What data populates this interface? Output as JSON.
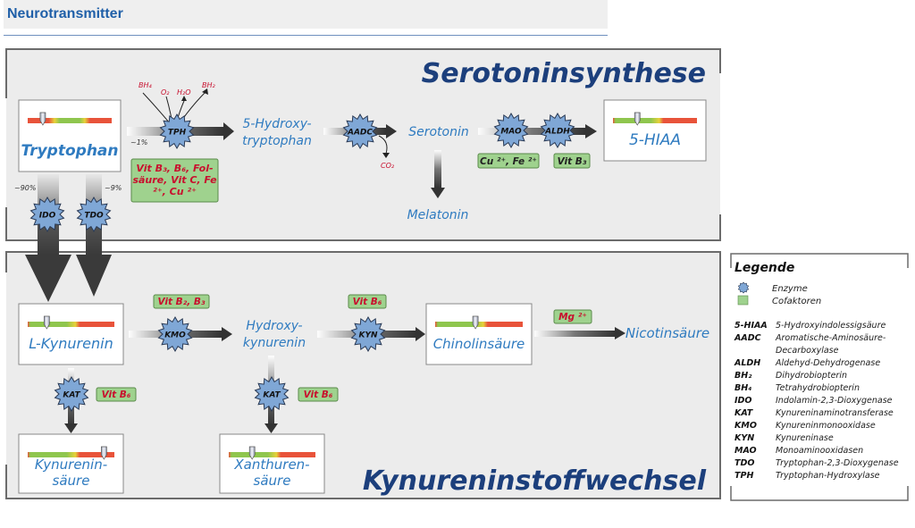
{
  "header": {
    "title": "Neurotransmitter"
  },
  "sections": {
    "serotonin": "Serotoninsynthese",
    "kynurenine": "Kynureninstoffwechsel"
  },
  "metabolites": {
    "tryptophan": {
      "label": "Tryptophan",
      "marker": 0.18
    },
    "hydroxytryptophan": {
      "line1": "5-Hydroxy-",
      "line2": "tryptophan"
    },
    "serotonin": {
      "label": "Serotonin"
    },
    "melatonin": {
      "label": "Melatonin"
    },
    "hiaa": {
      "label": "5-HIAA",
      "marker": 0.29
    },
    "lkynurenin": {
      "label": "L-Kynurenin",
      "marker": 0.22
    },
    "hydroxykynurenin": {
      "line1": "Hydroxy-",
      "line2": "kynurenin"
    },
    "chinolinsaeure": {
      "label": "Chinolinsäure",
      "marker": 0.46
    },
    "nicotinsaeure": {
      "label": "Nicotinsäure"
    },
    "kynureninsaeure": {
      "line1": "Kynurenin-",
      "line2": "säure",
      "marker": 0.88
    },
    "xanthurensaeure": {
      "line1": "Xanthuren-",
      "line2": "säure",
      "marker": 0.27
    }
  },
  "enzymes": {
    "tph": "TPH",
    "aadc": "AADC",
    "mao": "MAO",
    "aldh": "ALDH",
    "ido": "IDO",
    "tdo": "TDO",
    "kmo": "KMO",
    "kyn": "KYN",
    "kat1": "KAT",
    "kat2": "KAT"
  },
  "cofactors": {
    "tph": [
      "Vit B₃, B₆, Fol-",
      "säure, Vit C, Fe",
      "²⁺, Cu ²⁺"
    ],
    "mao": "Cu ²⁺, Fe ²⁺",
    "aldh": "Vit B₃",
    "kmo": "Vit B₂, B₃",
    "kyn": "Vit B₆",
    "nicotin": "Mg ²⁺",
    "kat1": "Vit B₆",
    "kat2": "Vit B₆"
  },
  "byproducts": {
    "bh4": "BH₄",
    "o2": "O₂",
    "h2o": "H₂O",
    "bh2": "BH₂",
    "co2": "CO₂"
  },
  "percentages": {
    "tph": "~1%",
    "ido": "~90%",
    "tdo": "~9%"
  },
  "legend": {
    "title": "Legende",
    "symbols": [
      {
        "icon": "enzyme-star-icon",
        "label": "Enzyme"
      },
      {
        "icon": "cofactor-square-icon",
        "label": "Cofaktoren"
      }
    ],
    "abbreviations": [
      {
        "abbr": "5-HIAA",
        "desc": "5-Hydroxyindolessigsäure"
      },
      {
        "abbr": "AADC",
        "desc": "Aromatische-Aminosäure-",
        "desc2": "Decarboxylase"
      },
      {
        "abbr": "ALDH",
        "desc": "Aldehyd-Dehydrogenase"
      },
      {
        "abbr": "BH₂",
        "desc": "Dihydrobiopterin"
      },
      {
        "abbr": "BH₄",
        "desc": "Tetrahydrobiopterin"
      },
      {
        "abbr": "IDO",
        "desc": "Indolamin-2,3-Dioxygenase"
      },
      {
        "abbr": "KAT",
        "desc": "Kynureninaminotransferase"
      },
      {
        "abbr": "KMO",
        "desc": "Kynureninmonooxidase"
      },
      {
        "abbr": "KYN",
        "desc": "Kynureninase"
      },
      {
        "abbr": "MAO",
        "desc": "Monoaminooxidasen"
      },
      {
        "abbr": "TDO",
        "desc": "Tryptophan-2,3-Dioxygenase"
      },
      {
        "abbr": "TPH",
        "desc": "Tryptophan-Hydroxylase"
      }
    ]
  },
  "colors": {
    "metabolite_text": "#2f7bc0",
    "title_text": "#1c3f7c",
    "cofactor_text": "#c8102e",
    "cofactor_fill": "#9fd28e",
    "enzyme_fill": "#7fa7d6",
    "panel_bg": "#ececec"
  }
}
